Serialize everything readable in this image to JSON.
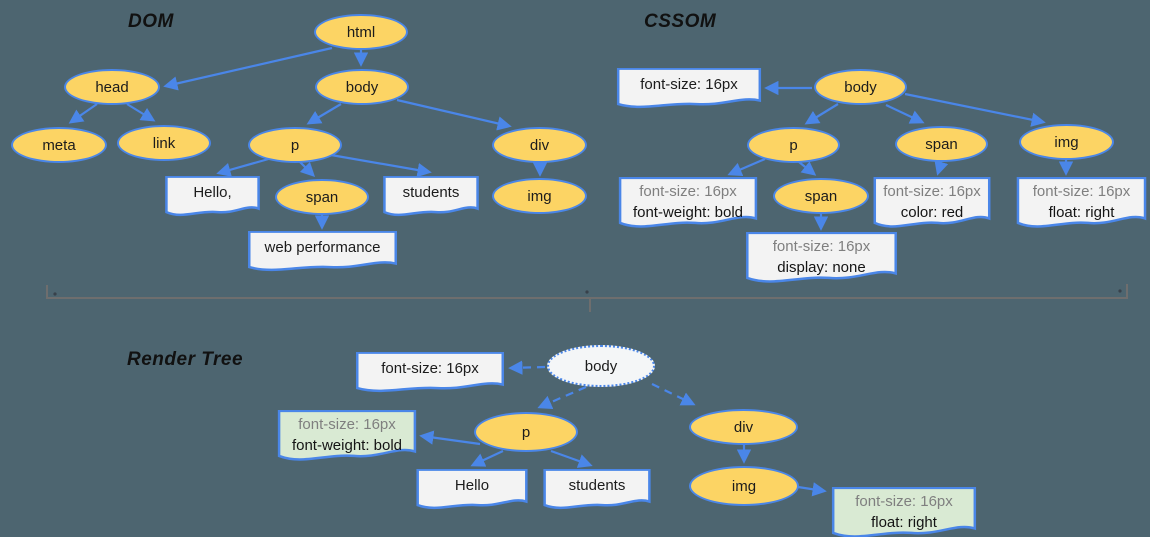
{
  "titles": {
    "dom": "DOM",
    "cssom": "CSSOM",
    "render": "Render Tree"
  },
  "dom": {
    "nodes": {
      "html": "html",
      "head": "head",
      "meta": "meta",
      "link": "link",
      "body": "body",
      "p": "p",
      "div": "div",
      "span": "span",
      "img": "img"
    },
    "text_boxes": {
      "hello": "Hello,",
      "students": "students",
      "web_performance": "web performance"
    }
  },
  "cssom": {
    "nodes": {
      "body": "body",
      "p": "p",
      "span_body": "span",
      "span_p": "span",
      "img": "img"
    },
    "style_boxes": {
      "body": {
        "line1": "font-size: 16px"
      },
      "p": {
        "line1": "font-size: 16px",
        "line2": "font-weight: bold"
      },
      "span_body": {
        "line1": "font-size: 16px",
        "line2": "color: red"
      },
      "span_p": {
        "line1": "font-size: 16px",
        "line2": "display: none"
      },
      "img": {
        "line1": "font-size: 16px",
        "line2": "float: right"
      }
    }
  },
  "render": {
    "nodes": {
      "body": "body",
      "p": "p",
      "div": "div",
      "img": "img"
    },
    "text_boxes": {
      "hello": "Hello",
      "students": "students"
    },
    "style_boxes": {
      "body": {
        "line1": "font-size: 16px"
      },
      "p": {
        "line1": "font-size: 16px",
        "line2": "font-weight: bold"
      },
      "img": {
        "line1": "font-size: 16px",
        "line2": "float: right"
      }
    }
  },
  "colors": {
    "background": "#4d6570",
    "node_fill": "#fcd464",
    "node_border": "#4a86e8",
    "arrow": "#4a86e8",
    "box_white": "#f3f3f3",
    "box_green": "#d9ead3",
    "text_black": "#1c1c1c",
    "text_gray": "#7f7f7f",
    "divider": "#6e6e6e"
  }
}
